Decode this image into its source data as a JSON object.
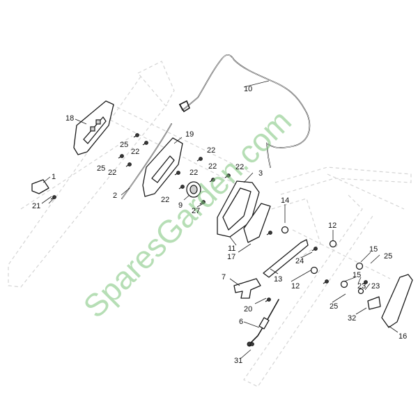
{
  "watermark": "SparesGarden.com",
  "callouts": {
    "c1": "1",
    "c2": "2",
    "c3": "3",
    "c6": "6",
    "c7": "7",
    "c9": "9",
    "c10": "10",
    "c11": "11",
    "c12a": "12",
    "c12b": "12",
    "c13": "13",
    "c14": "14",
    "c15a": "15",
    "c15b": "15",
    "c16": "16",
    "c17": "17",
    "c18": "18",
    "c19": "19",
    "c20": "20",
    "c21": "21",
    "c22a": "22",
    "c22b": "22",
    "c22c": "22",
    "c22d": "22",
    "c22e": "22",
    "c22f": "22",
    "c22g": "22",
    "c23a": "23",
    "c23b": "23",
    "c24": "24",
    "c25a": "25",
    "c25b": "25",
    "c25c": "25",
    "c25d": "25",
    "c27": "27",
    "c31": "31",
    "c32": "32"
  },
  "colors": {
    "line": "#1a1a1a",
    "ghost": "#d4d4d4",
    "watermark": "#7cc47a"
  }
}
